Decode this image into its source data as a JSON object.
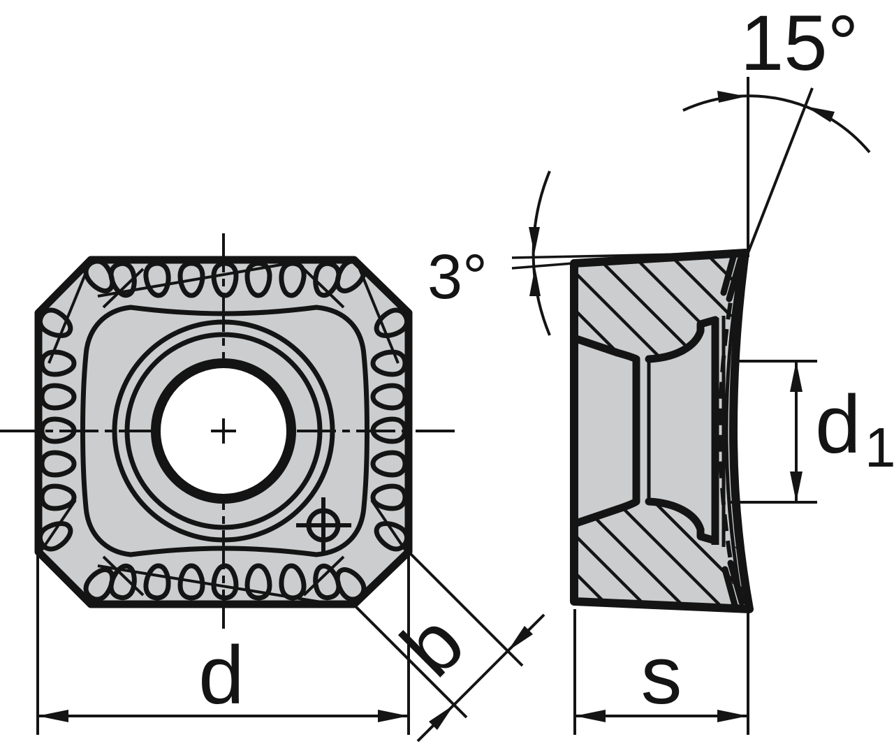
{
  "drawing": {
    "type": "technical-drawing-milling-insert",
    "views": [
      {
        "id": "front-view",
        "description": "square insert face view with serrated edges, counterbored center hole and datum target mark"
      },
      {
        "id": "side-view",
        "description": "sectioned side profile with hatching, concave cutting face and countersunk bore"
      }
    ],
    "labels": {
      "width": "d",
      "corner_facet": "b",
      "thickness": "s",
      "bore_main": "d",
      "bore_sub": "1",
      "angle_top": "15°",
      "angle_face": "3°"
    },
    "colors": {
      "body_fill": "#cbcdce",
      "line": "#141414",
      "background": "#ffffff"
    }
  }
}
